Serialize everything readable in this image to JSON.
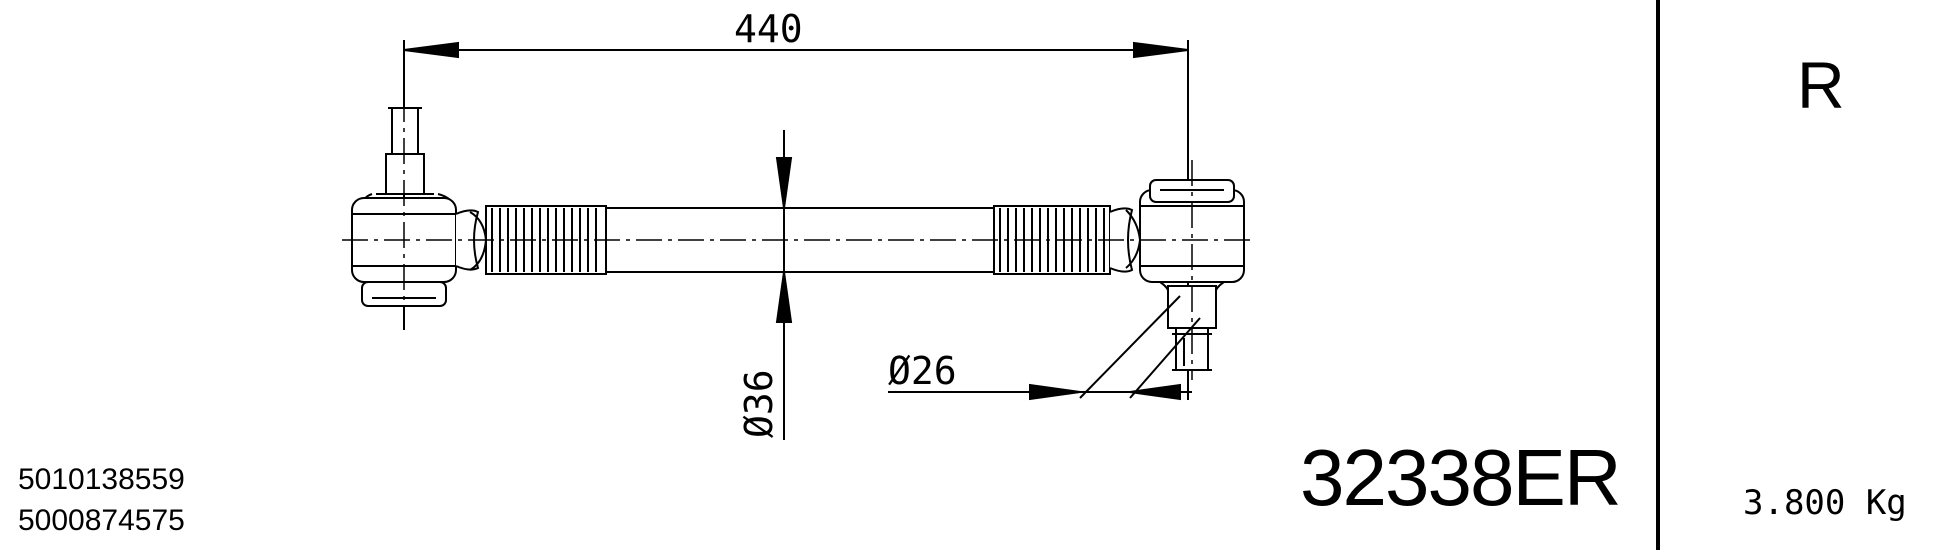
{
  "drawing": {
    "length_dimension": "440",
    "tube_diameter": "Ø36",
    "pin_diameter": "Ø26"
  },
  "oem_numbers": [
    "5010138559",
    "5000874575"
  ],
  "part_number": "32338ER",
  "side": "R",
  "weight": "3.800 Kg"
}
